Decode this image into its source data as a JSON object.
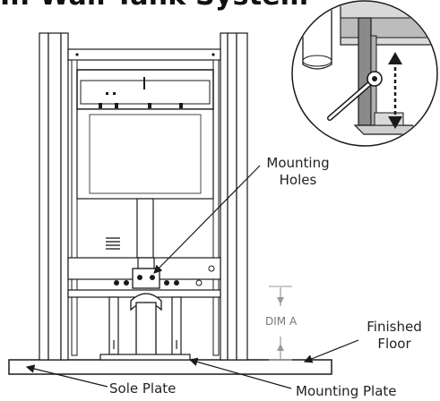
{
  "title": "In-Wall Tank System",
  "labels": {
    "mounting_holes_line1": "Mounting",
    "mounting_holes_line2": "Holes",
    "dim_a": "DIM A",
    "finished_floor_line1": "Finished",
    "finished_floor_line2": "Floor",
    "sole_plate": "Sole Plate",
    "mounting_plate": "Mounting Plate"
  },
  "icons": {
    "adjust_arrow": "double-headed-vertical-arrow",
    "wrench": "wrench-icon"
  },
  "colors": {
    "line": "#1a1a1a",
    "frame_fill": "#d9d9d9",
    "frame_dark": "#555555",
    "dim_gray": "#9a9a9a"
  }
}
